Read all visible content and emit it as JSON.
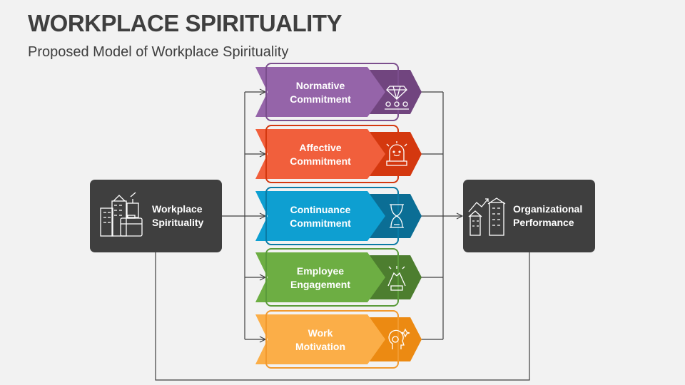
{
  "header": {
    "title": "WORKPLACE SPIRITUALITY",
    "subtitle": "Proposed Model of Workplace Spirituality"
  },
  "source": {
    "lines": [
      "Workplace",
      "Spirituality"
    ],
    "icon": "office-buildings-briefcase-icon"
  },
  "target": {
    "lines": [
      "Organizational",
      "Performance"
    ],
    "icon": "growth-buildings-icon"
  },
  "items": [
    {
      "lines": [
        "Normative",
        "Commitment"
      ],
      "icon": "diamond-people-icon",
      "color": "#9564A9",
      "dark": "#71457F",
      "outline": "#7B4E8D"
    },
    {
      "lines": [
        "Affective",
        "Commitment"
      ],
      "icon": "alarm-light-smile-icon",
      "color": "#F15F3C",
      "dark": "#D4380F",
      "outline": "#D4380F"
    },
    {
      "lines": [
        "Continuance",
        "Commitment"
      ],
      "icon": "hourglass-icon",
      "color": "#0E9FD1",
      "dark": "#0B6E95",
      "outline": "#0B7BA5"
    },
    {
      "lines": [
        "Employee",
        "Engagement"
      ],
      "icon": "high-five-hands-icon",
      "color": "#6DAE43",
      "dark": "#4D7E2F",
      "outline": "#5B9B3B"
    },
    {
      "lines": [
        "Work",
        "Motivation"
      ],
      "icon": "head-sparkle-icon",
      "color": "#FBAE48",
      "dark": "#EC8A12",
      "outline": "#F29A2E"
    }
  ]
}
